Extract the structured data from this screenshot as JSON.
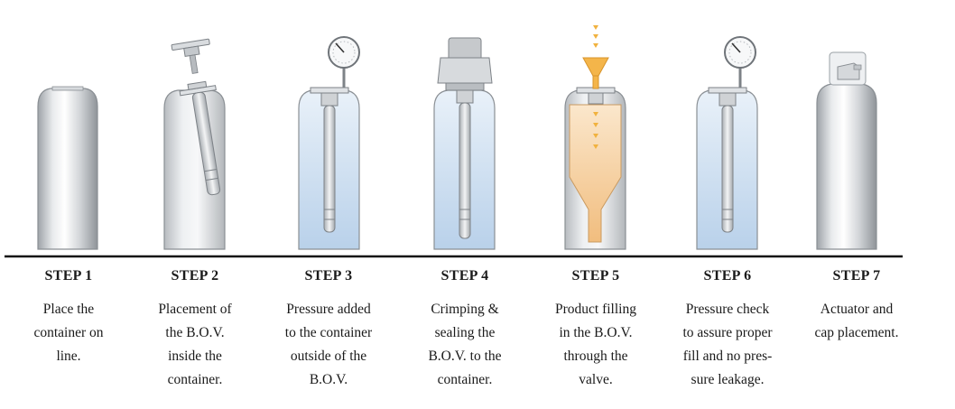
{
  "colors": {
    "metal_light": "#f4f5f6",
    "metal_mid": "#c9ccd0",
    "metal_dark": "#8e9398",
    "outline": "#7d8287",
    "pressure_fill": "#c9dcef",
    "product_fill": "#f3c993",
    "arrow": "#f1b23f",
    "baseline": "#111111"
  },
  "steps": [
    {
      "title": "STEP 1",
      "lines": [
        "Place the",
        "container on",
        "line."
      ],
      "icons": [
        "aerosol-can-icon"
      ]
    },
    {
      "title": "STEP 2",
      "lines": [
        "Placement of",
        "the B.O.V.",
        "inside the",
        "container."
      ],
      "icons": [
        "container-icon",
        "bag-on-valve-icon"
      ]
    },
    {
      "title": "STEP 3",
      "lines": [
        "Pressure added",
        "to the container",
        "outside of the",
        "B.O.V."
      ],
      "icons": [
        "container-icon",
        "pressure-gauge-icon"
      ]
    },
    {
      "title": "STEP 4",
      "lines": [
        "Crimping &",
        "sealing the",
        "B.O.V. to the",
        "container."
      ],
      "icons": [
        "container-icon",
        "crimping-head-icon"
      ]
    },
    {
      "title": "STEP 5",
      "lines": [
        "Product filling",
        "in the B.O.V.",
        "through the",
        "valve."
      ],
      "icons": [
        "container-icon",
        "funnel-icon",
        "flow-arrow-icon"
      ]
    },
    {
      "title": "STEP 6",
      "lines": [
        "Pressure check",
        "to assure proper",
        "fill and no pres-",
        "sure leakage."
      ],
      "icons": [
        "container-icon",
        "pressure-gauge-icon"
      ]
    },
    {
      "title": "STEP 7",
      "lines": [
        "Actuator and",
        "cap placement."
      ],
      "icons": [
        "aerosol-can-icon",
        "actuator-cap-icon"
      ]
    }
  ]
}
